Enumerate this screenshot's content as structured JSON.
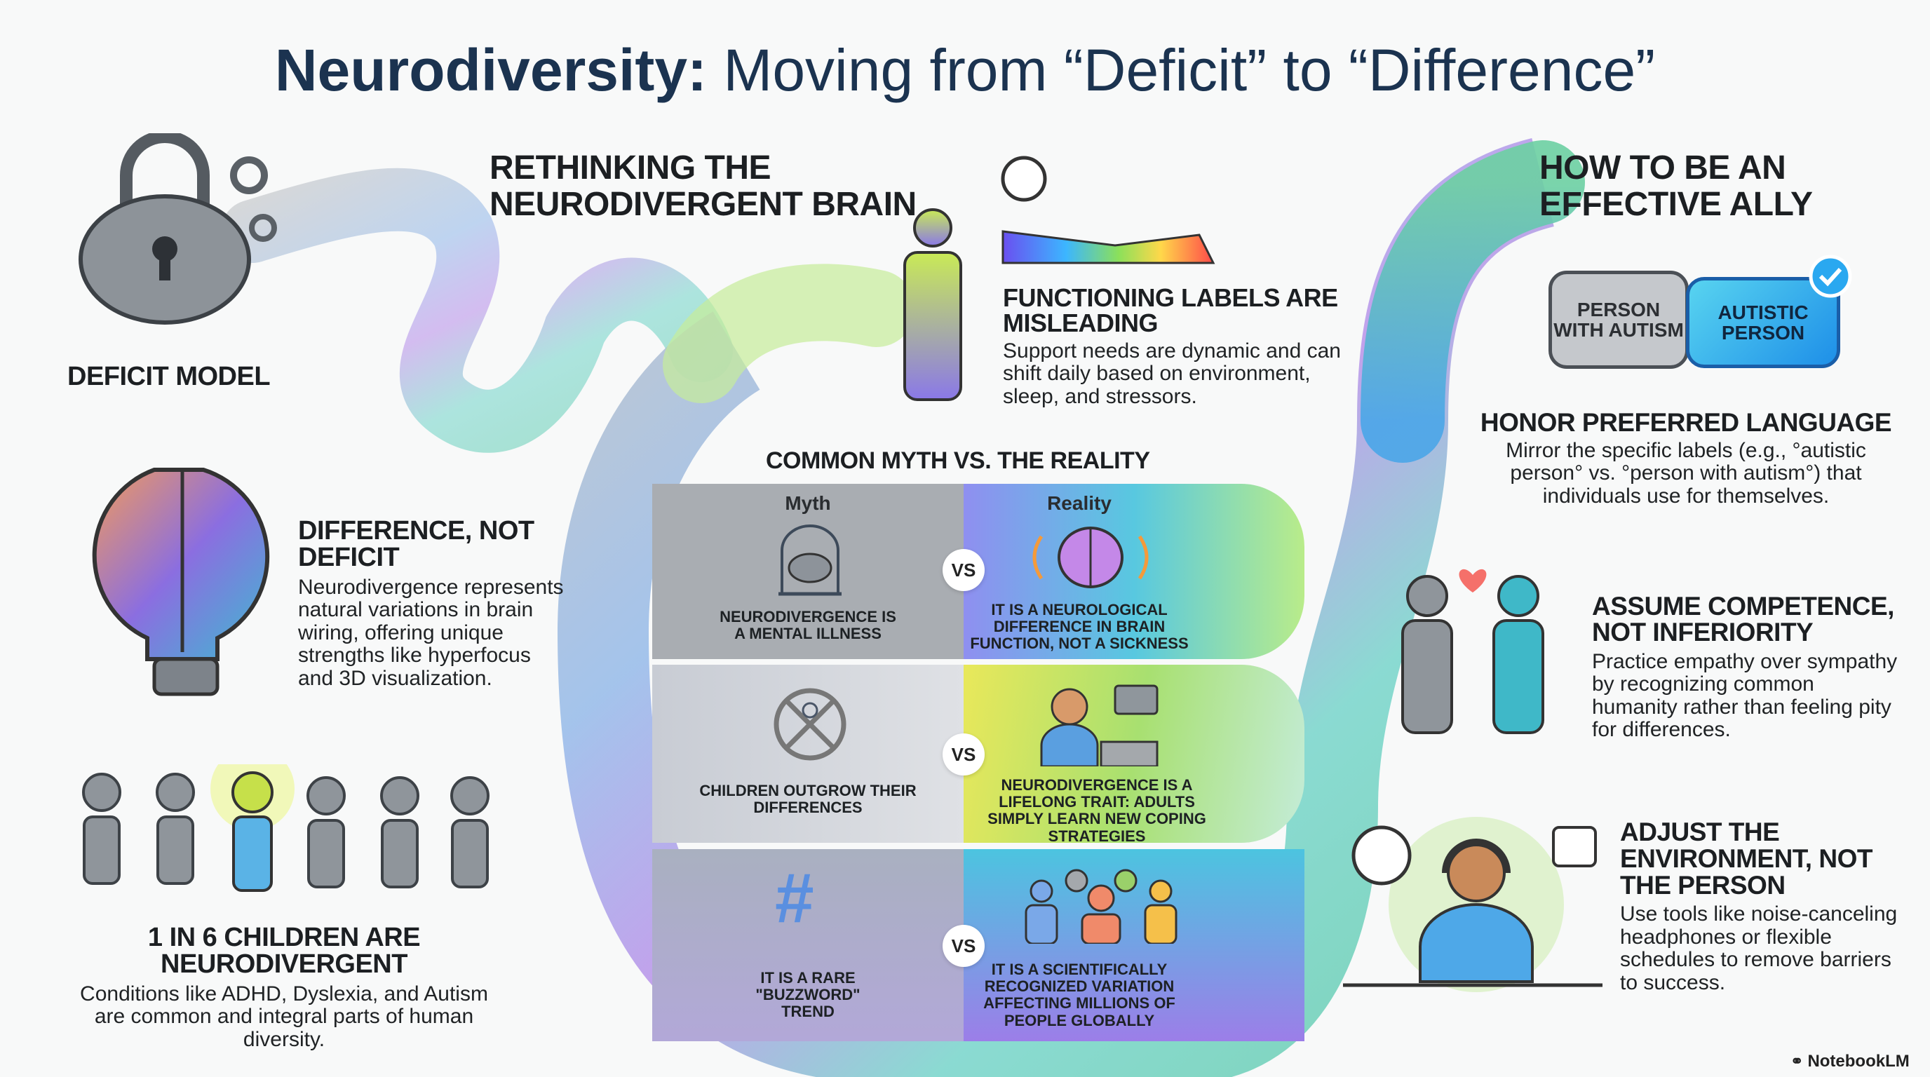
{
  "title": {
    "bold": "Neurodiversity:",
    "rest": " Moving from “Deficit” to “Difference”"
  },
  "left": {
    "deficit_label": "Deficit Model",
    "difference": {
      "heading": "Difference, not deficit",
      "body": "Neurodivergence represents natural variations in brain wiring, offering unique strengths like hyperfocus and 3D visualization."
    },
    "stat": {
      "heading": "1 in 6 children are neurodivergent",
      "body": "Conditions like ADHD, Dyslexia, and Autism are common and integral parts of human diversity."
    }
  },
  "center": {
    "heading": "Rethinking the neurodivergent brain",
    "functioning": {
      "heading": "Functioning labels are misleading",
      "body": "Support needs are dynamic and can shift daily based on environment, sleep, and stressors."
    },
    "myth_table": {
      "heading": "Common myth vs. the reality",
      "myth_label": "Myth",
      "reality_label": "Reality",
      "vs_label": "VS",
      "rows": [
        {
          "myth": "Neurodivergence is a mental illness",
          "reality": "It is a neurological difference in brain function, not a sickness"
        },
        {
          "myth": "Children outgrow their differences",
          "reality": "Neurodivergence is a lifelong trait: adults simply learn new coping strategies"
        },
        {
          "myth": "It is a rare \"buzzword\" trend",
          "reality": "It is a scientifically recognized variation affecting millions of people globally"
        }
      ]
    }
  },
  "right": {
    "heading": "How to be an effective ally",
    "bubble_old": "Person with autism",
    "bubble_new": "Autistic person",
    "language": {
      "heading": "Honor preferred language",
      "body": "Mirror the specific labels (e.g., °autistic person° vs. °person with autism°) that individuals use for themselves."
    },
    "competence": {
      "heading": "Assume competence, not inferiority",
      "body": "Practice empathy over sympathy by recognizing common humanity rather than feeling pity for differences."
    },
    "environment": {
      "heading": "Adjust the environment, not the person",
      "body": "Use tools like noise-canceling headphones or flexible schedules to remove barriers to success."
    }
  },
  "footer": {
    "brand": "NotebookLM"
  },
  "colors": {
    "title": "#1b3350",
    "ally_blue": "#1ea7e8",
    "grey": "#9ea3a8"
  }
}
